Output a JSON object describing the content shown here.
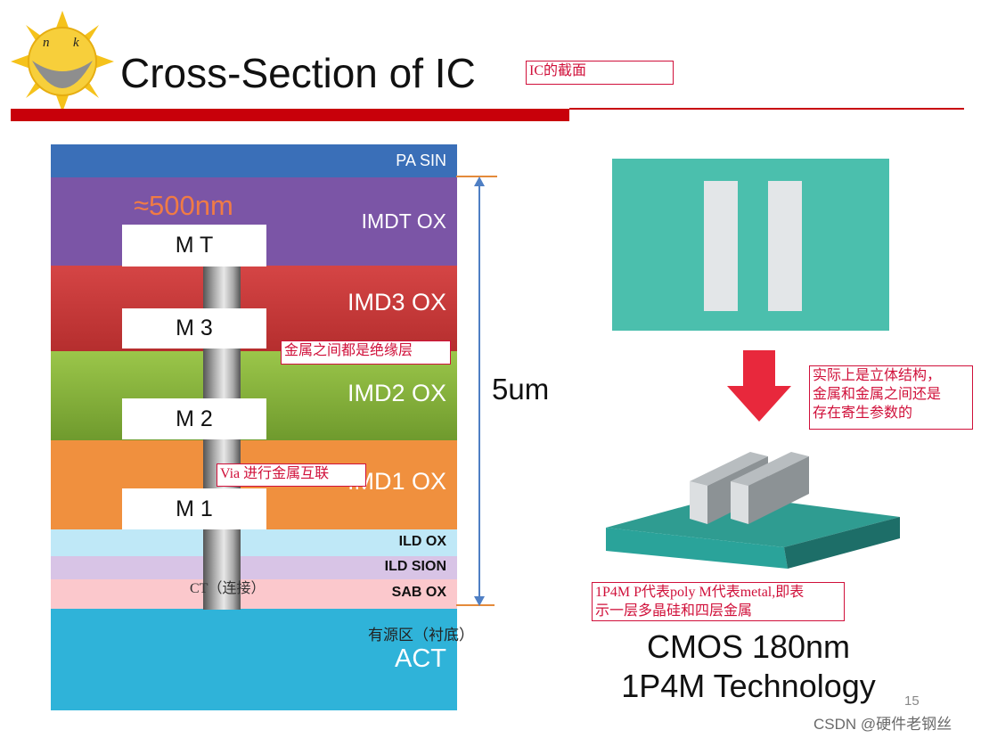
{
  "title": "Cross-Section of IC",
  "logo_letters": {
    "left": "n",
    "right": "k"
  },
  "stack": {
    "pa_sin": "PA SIN",
    "imdt_ox": "IMDT OX",
    "imd3_ox": "IMD3 OX",
    "imd2_ox": "IMD2 OX",
    "imd1_ox": "IMD1 OX",
    "ild_ox": "ILD OX",
    "ild_sion": "ILD SION",
    "sab_ox": "SAB OX",
    "act": "ACT",
    "metal_top": "M T",
    "metal_3": "M 3",
    "metal_2": "M 2",
    "metal_1": "M 1",
    "thickness_label": "≈500nm",
    "total_height_label": "5um",
    "contact_label": "CT（连接）",
    "active_label": "有源区（衬底）"
  },
  "annotations": {
    "title_note": "IC的截面",
    "insulator_note": "金属之间都是绝缘层",
    "via_note": "Via 进行金属互联",
    "parasitic_note": "实际上是立体结构，\n金属和金属之间还是\n存在寄生参数的",
    "p4m_note": "1P4M P代表poly M代表metal,即表\n示一层多晶硅和四层金属"
  },
  "caption": {
    "line1": "CMOS 180nm",
    "line2": "1P4M Technology"
  },
  "page_number": "15",
  "watermark": "CSDN @硬件老钢丝",
  "colors": {
    "accent_red": "#c8000a",
    "pa_sin": "#3a6fb8",
    "imdt_ox": "#7b55a6",
    "imd3_ox": "#c83a3a",
    "imd2_ox": "#8ab53e",
    "imd1_ox": "#f0903e",
    "ild_ox": "#bfe8f7",
    "ild_sion": "#d8c4e6",
    "sab_ox": "#fbc8cc",
    "act": "#2fb3d9",
    "teal": "#4bbfad",
    "arrow": "#e8283c"
  }
}
